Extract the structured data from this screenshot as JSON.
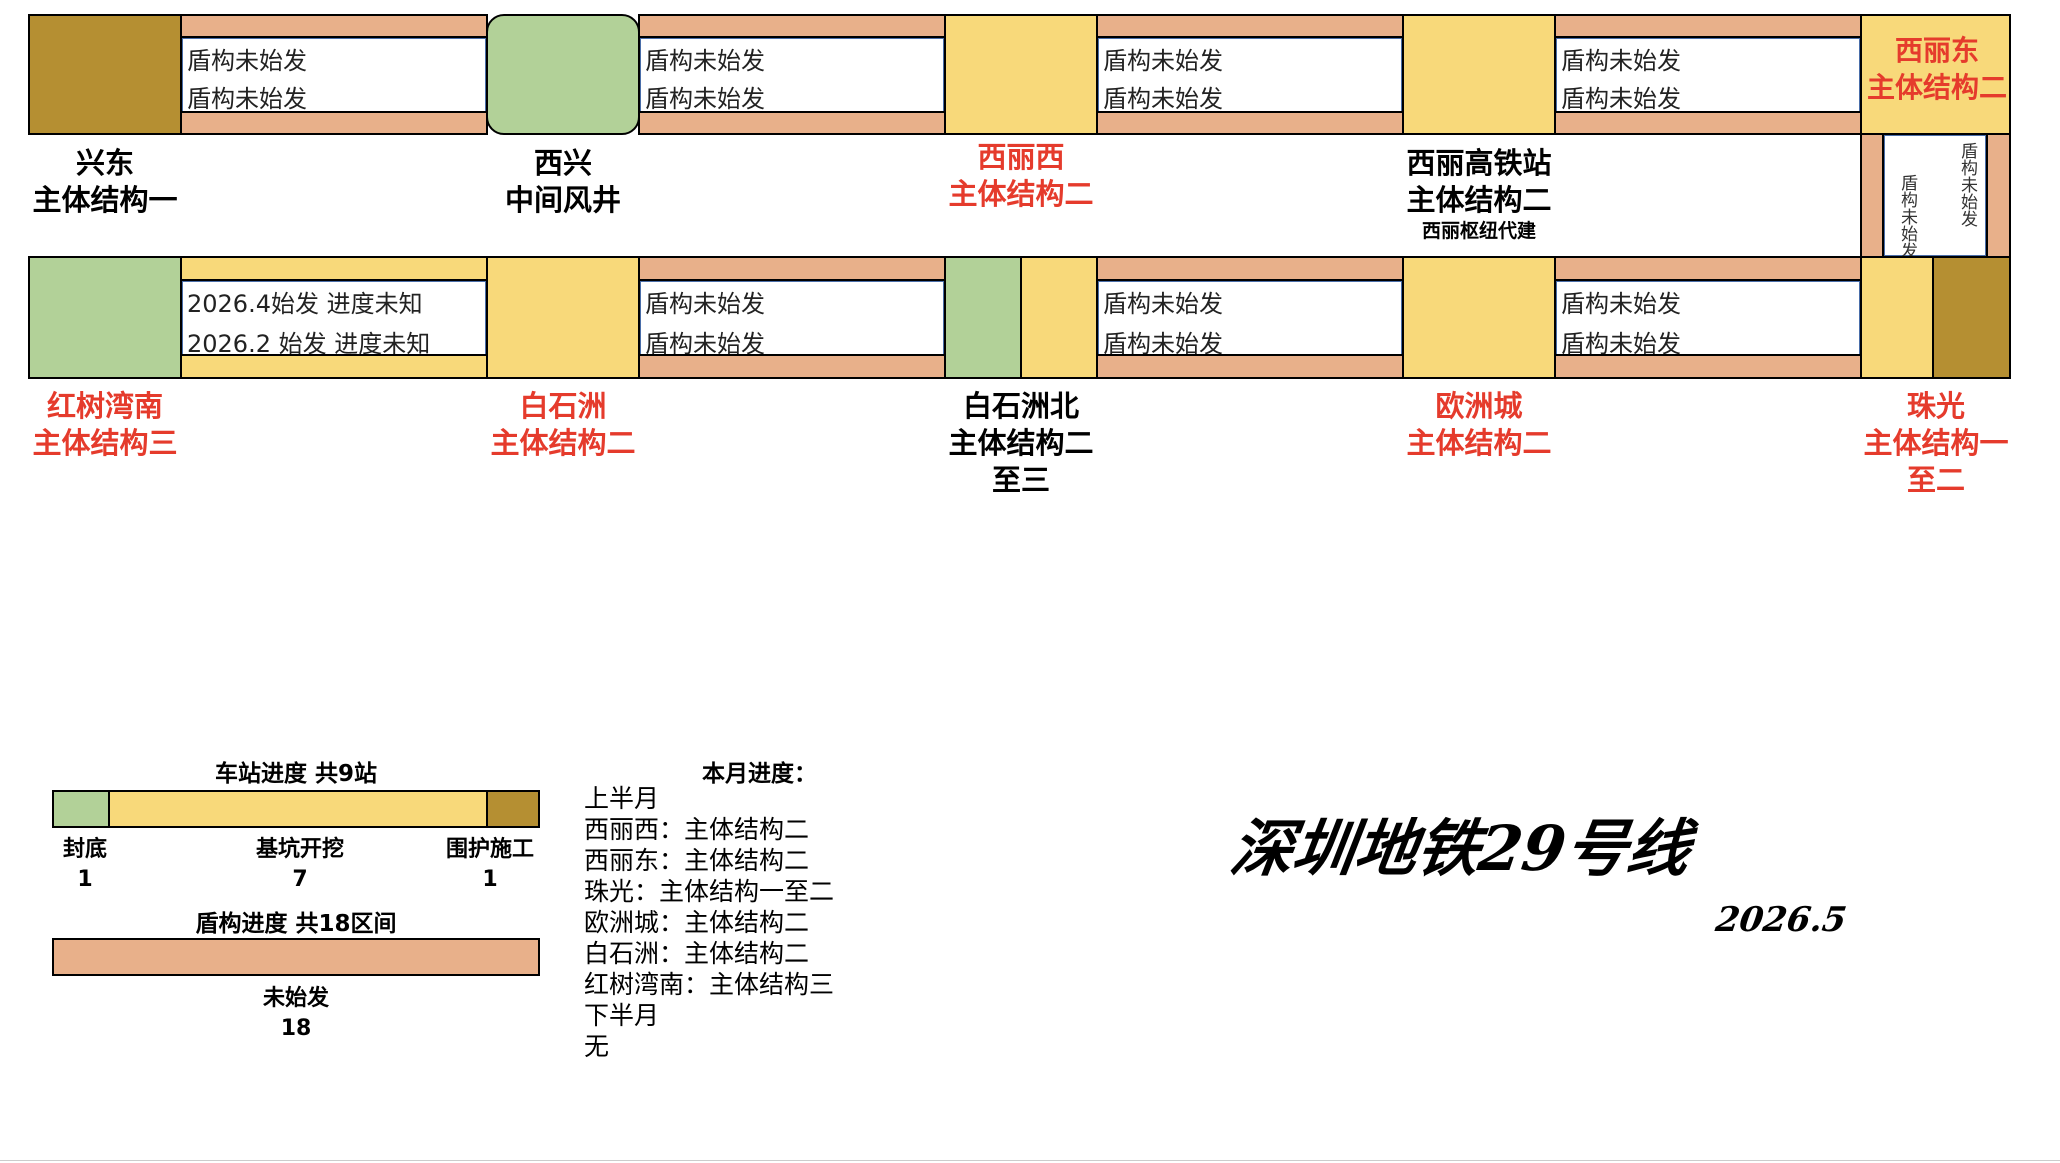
{
  "colors": {
    "sealed": "#b2d198",
    "excavation": "#f8d97a",
    "enclosure": "#b58f32",
    "shield_not_started": "#e8b08a",
    "highlight_text": "#e53b2c"
  },
  "stations": [
    {
      "name": "兴东",
      "status": "主体结构一",
      "highlight": false,
      "stage": "enclosure"
    },
    {
      "name": "西兴",
      "status": "中间风井",
      "highlight": false,
      "stage": "sealed"
    },
    {
      "name": "西丽西",
      "status": "主体结构二",
      "highlight": true,
      "stage": "excavation"
    },
    {
      "name": "西丽高铁站",
      "status": "主体结构二",
      "note": "西丽枢纽代建",
      "highlight": false,
      "stage": "excavation"
    },
    {
      "name": "西丽东",
      "status": "主体结构二",
      "highlight": true,
      "stage": "excavation"
    },
    {
      "name": "红树湾南",
      "status": "主体结构三",
      "highlight": true,
      "stage": "sealed"
    },
    {
      "name": "白石洲",
      "status": "主体结构二",
      "highlight": true,
      "stage": "excavation"
    },
    {
      "name": "白石洲北",
      "status": "主体结构二",
      "status2": "至三",
      "highlight": false,
      "stage": "sealed+excavation"
    },
    {
      "name": "欧洲城",
      "status": "主体结构二",
      "highlight": true,
      "stage": "excavation"
    },
    {
      "name": "珠光",
      "status": "主体结构一",
      "status2": "至二",
      "highlight": true,
      "stage": "excavation+enclosure"
    }
  ],
  "tunnels": {
    "top": [
      {
        "lane1": "盾构未始发",
        "lane2": "盾构未始发"
      },
      {
        "lane1": "盾构未始发",
        "lane2": "盾构未始发"
      },
      {
        "lane1": "盾构未始发",
        "lane2": "盾构未始发"
      },
      {
        "lane1": "盾构未始发",
        "lane2": "盾构未始发"
      }
    ],
    "right": {
      "lane1": "盾构未始发",
      "lane2": "盾构未始发"
    },
    "bottom": [
      {
        "lane1": "2026.4始发 进度未知",
        "lane2": "2026.2 始发 进度未知",
        "color": "excavation"
      },
      {
        "lane1": "盾构未始发",
        "lane2": "盾构未始发"
      },
      {
        "lane1": "盾构未始发",
        "lane2": "盾构未始发"
      },
      {
        "lane1": "盾构未始发",
        "lane2": "盾构未始发"
      }
    ]
  },
  "legend": {
    "station_title": "车站进度 共9站",
    "station_items": [
      {
        "label": "封底",
        "count": "1",
        "fraction": 0.111,
        "color": "sealed"
      },
      {
        "label": "基坑开挖",
        "count": "7",
        "fraction": 0.778,
        "color": "excavation"
      },
      {
        "label": "围护施工",
        "count": "1",
        "fraction": 0.111,
        "color": "enclosure"
      }
    ],
    "shield_title": "盾构进度 共18区间",
    "shield_items": [
      {
        "label": "未始发",
        "count": "18",
        "fraction": 1.0,
        "color": "shield_not_started"
      }
    ]
  },
  "monthly": {
    "title": "本月进度：",
    "lines": [
      "上半月",
      "西丽西：主体结构二",
      "西丽东：主体结构二",
      "珠光：主体结构一至二",
      "欧洲城：主体结构二",
      "白石洲：主体结构二",
      "红树湾南：主体结构三",
      "下半月",
      "无"
    ]
  },
  "title": "深圳地铁29号线",
  "date": "2026.5"
}
